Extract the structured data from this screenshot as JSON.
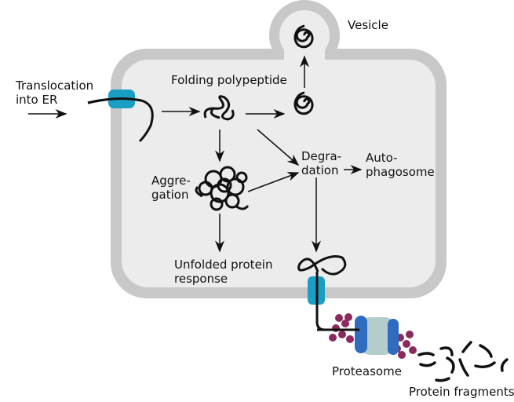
{
  "labels": {
    "translocation": "Translocation\ninto ER",
    "vesicle": "Vesicle",
    "folding": "Folding polypeptide",
    "aggregation": "Aggre-\ngation",
    "degradation": "Degra-\ndation",
    "autophagosome": "Auto-\nphagosome",
    "upr": "Unfolded protein\nresponse",
    "proteasome": "Proteasome",
    "fragments": "Protein fragments"
  },
  "colors": {
    "cell_membrane": "#c8c8c8",
    "cell_interior": "#ececec",
    "channel": "#1b9ec4",
    "proteasome_core": "#b4cccc",
    "proteasome_cap": "#2f6bbf",
    "ubiquitin": "#8c2a5e"
  }
}
